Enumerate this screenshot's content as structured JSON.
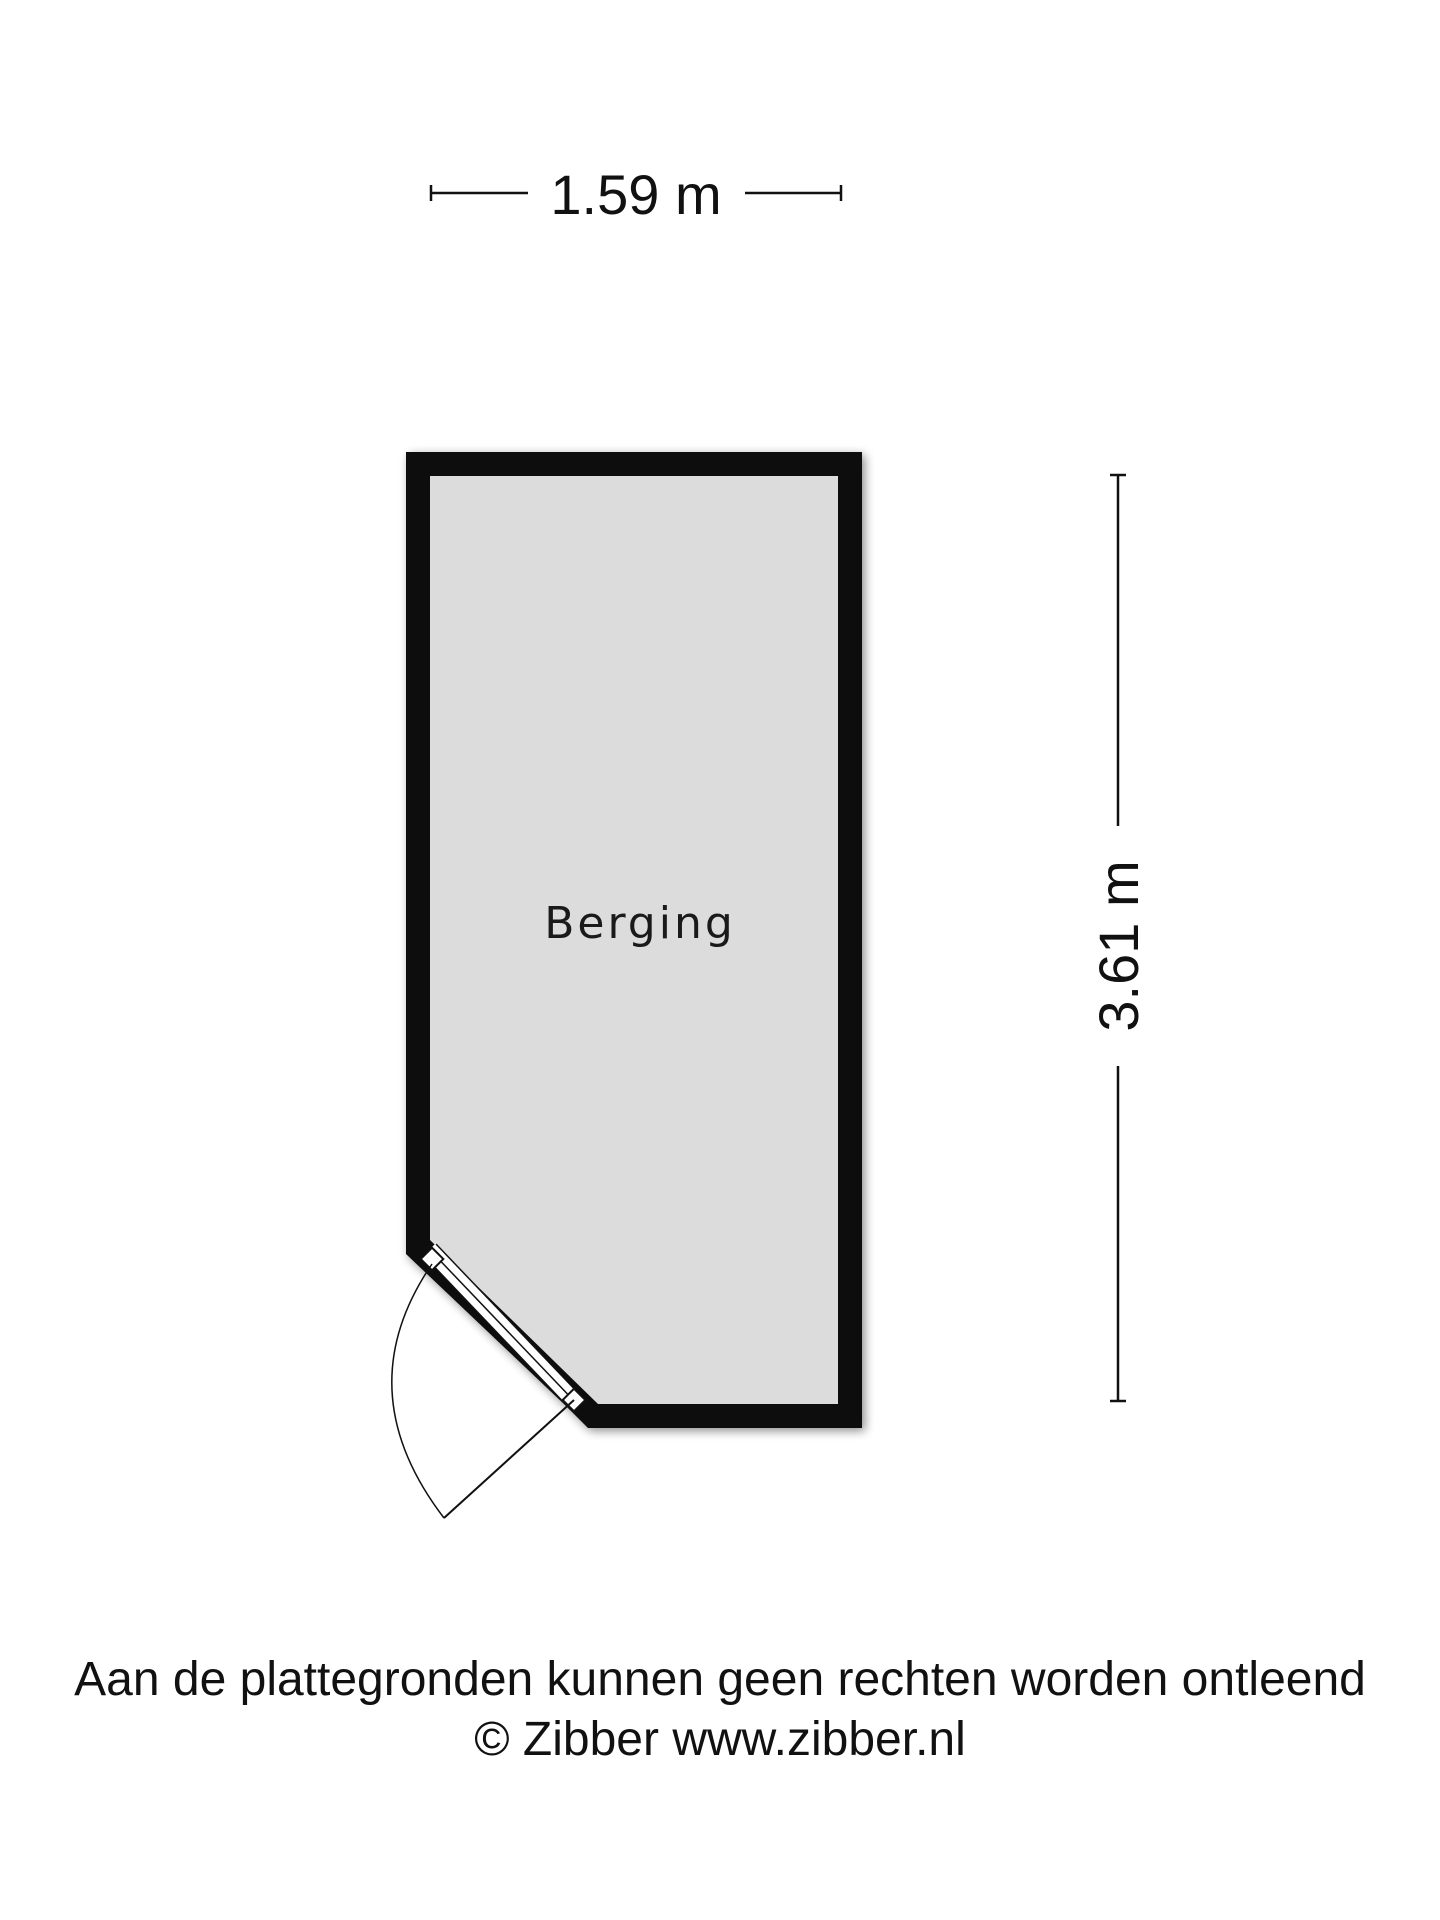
{
  "dimensions": {
    "width_label": "1.59 m",
    "height_label": "3.61 m"
  },
  "room": {
    "name": "Berging"
  },
  "footer": {
    "disclaimer": "Aan de plattegronden kunnen geen rechten worden ontleend",
    "copyright": "© Zibber www.zibber.nl"
  },
  "colors": {
    "wall": "#0a0a0a",
    "floor": "#dcdcdc",
    "line": "#111111",
    "background": "#ffffff"
  }
}
